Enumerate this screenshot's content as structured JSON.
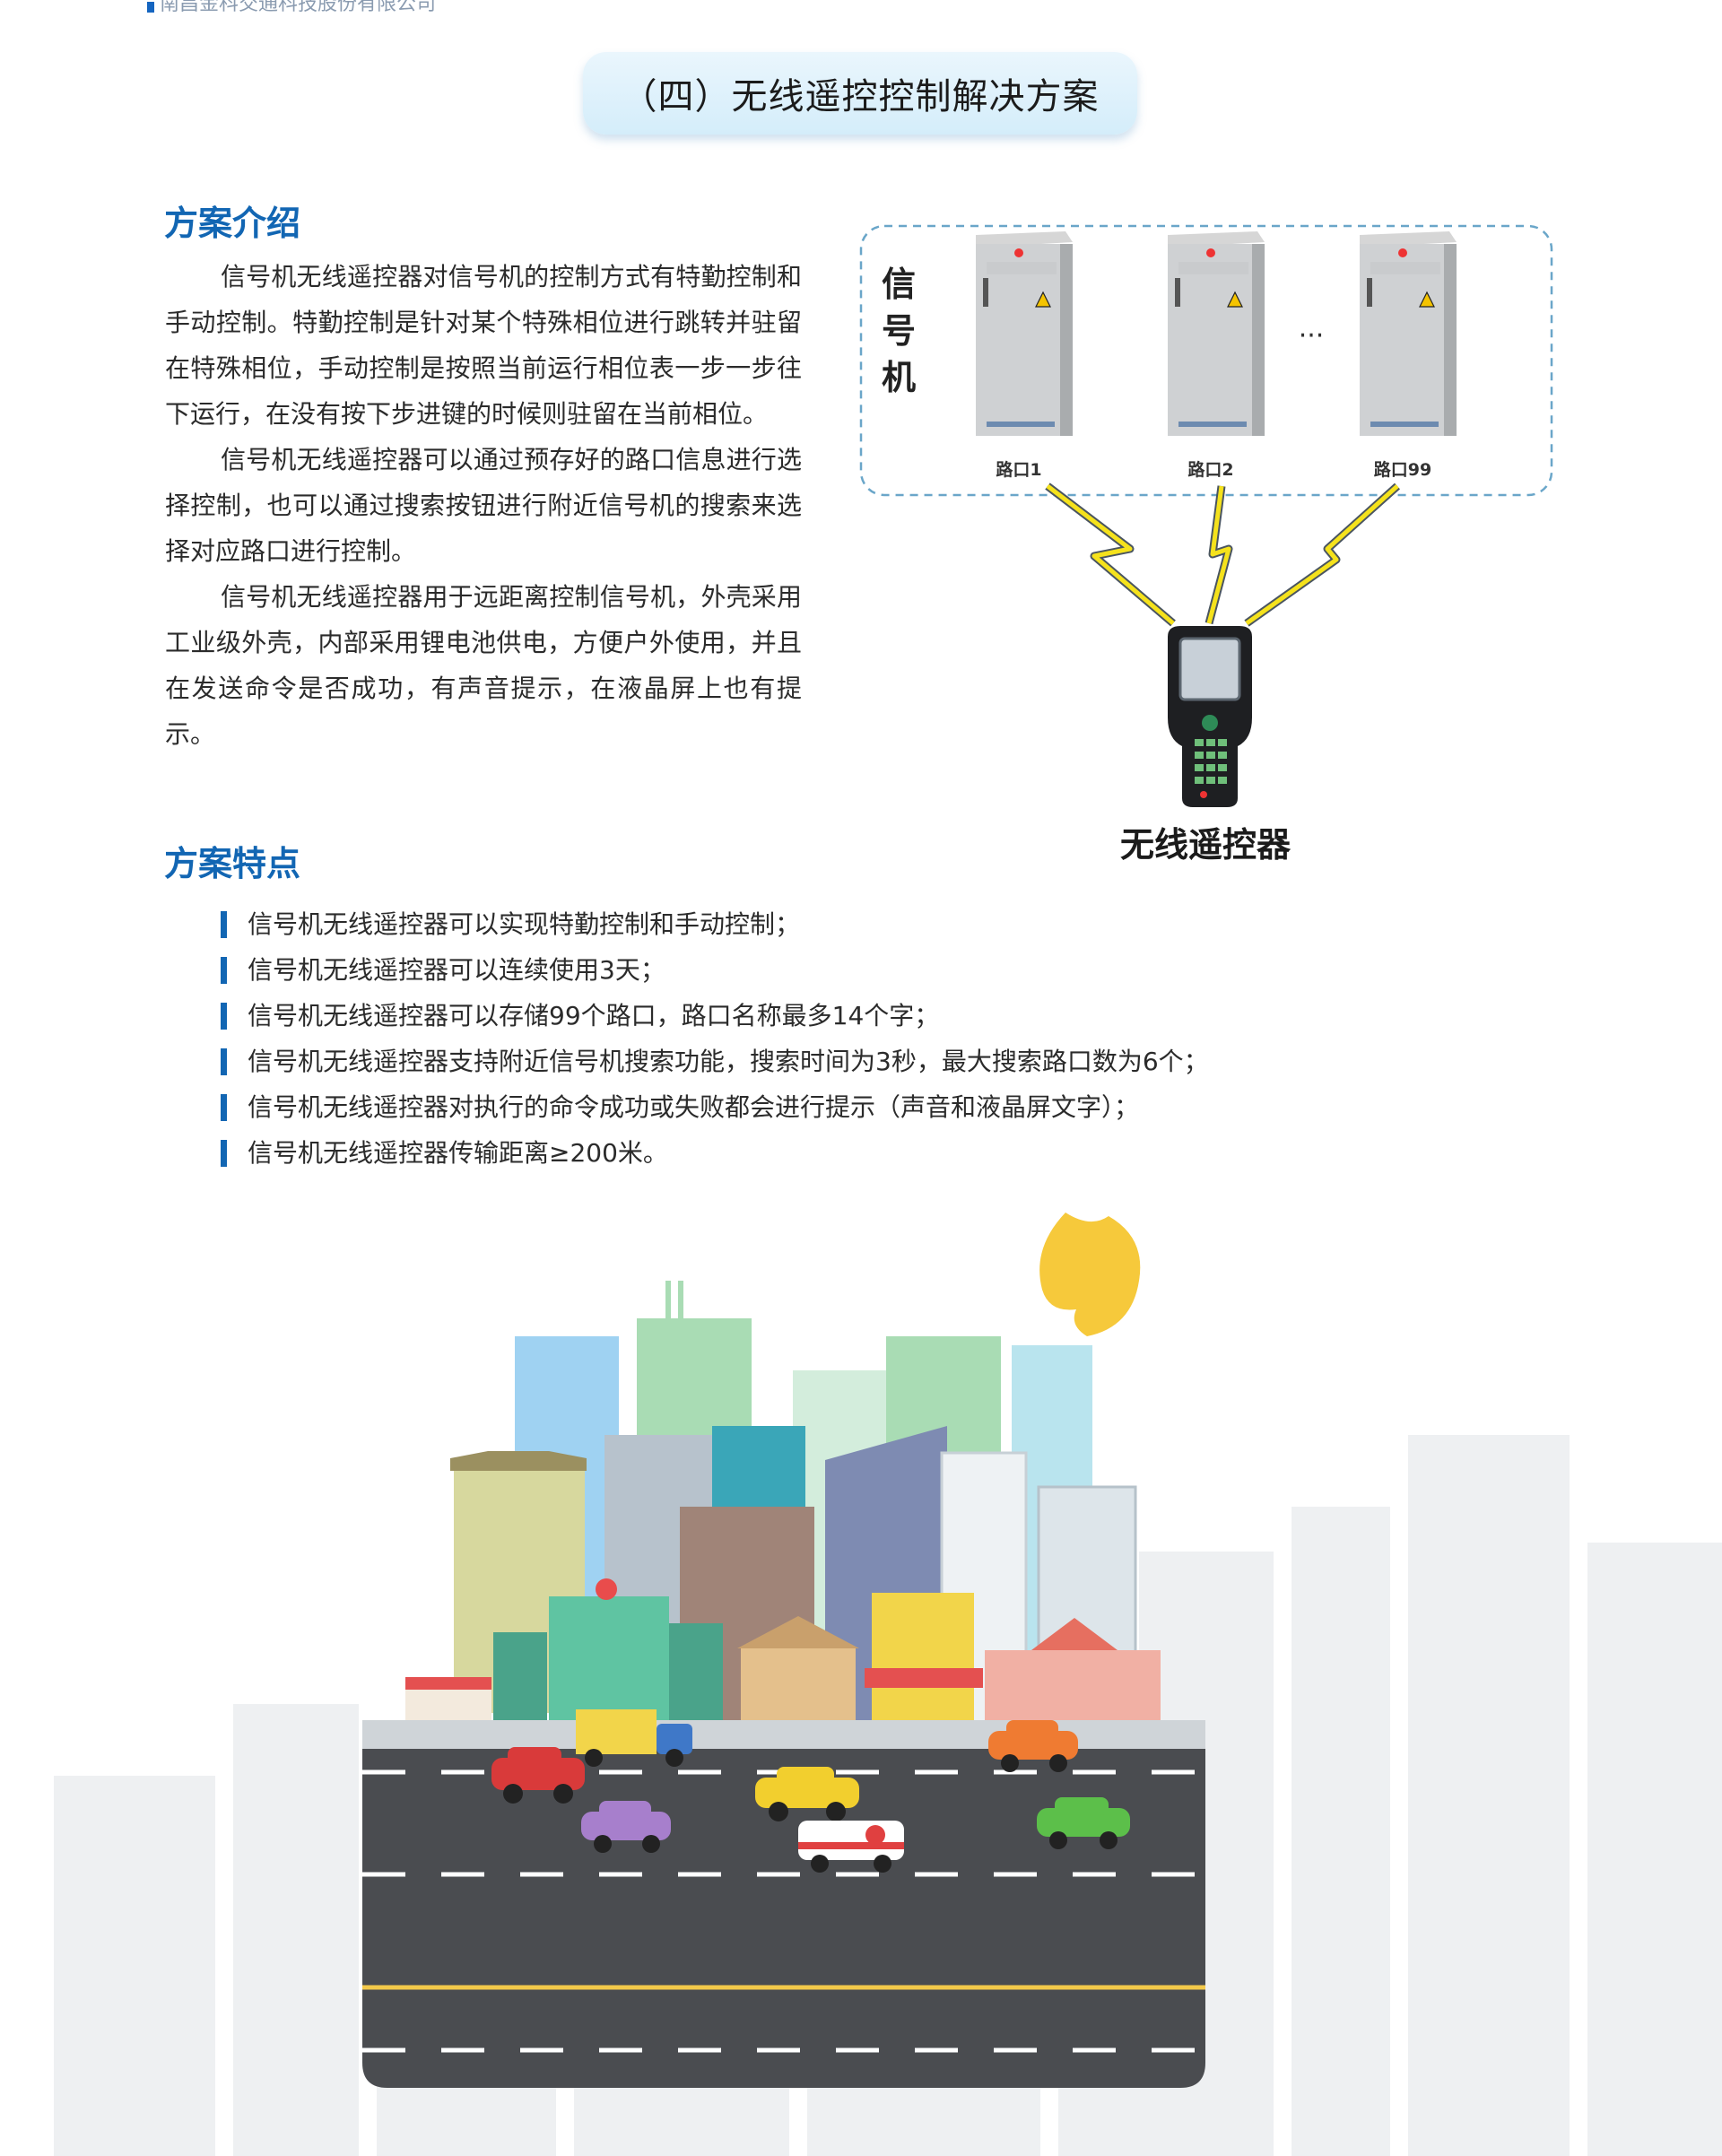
{
  "header": {
    "company": "南昌金科交通科技股份有限公司",
    "title": "（四）无线遥控控制解决方案"
  },
  "intro": {
    "heading": "方案介绍",
    "paragraphs": [
      "信号机无线遥控器对信号机的控制方式有特勤控制和手动控制。特勤控制是针对某个特殊相位进行跳转并驻留在特殊相位，手动控制是按照当前运行相位表一步一步往下运行，在没有按下步进键的时候则驻留在当前相位。",
      "信号机无线遥控器可以通过预存好的路口信息进行选择控制，也可以通过搜索按钮进行附近信号机的搜索来选择对应路口进行控制。",
      "信号机无线遥控器用于远距离控制信号机，外壳采用工业级外壳，内部采用锂电池供电，方便户外使用，并且在发送命令是否成功，有声音提示，在液晶屏上也有提示。"
    ]
  },
  "features": {
    "heading": "方案特点",
    "items": [
      "信号机无线遥控器可以实现特勤控制和手动控制；",
      "信号机无线遥控器可以连续使用3天；",
      "信号机无线遥控器可以存储99个路口，路口名称最多14个字；",
      "信号机无线遥控器支持附近信号机搜索功能，搜索时间为3秒，最大搜索路口数为6个；",
      "信号机无线遥控器对执行的命令成功或失败都会进行提示（声音和液晶屏文字）；",
      "信号机无线遥控器传输距离≥200米。"
    ]
  },
  "diagram": {
    "group_label": [
      "信",
      "号",
      "机"
    ],
    "cabinets": [
      "路口1",
      "路口2",
      "路口99"
    ],
    "ellipsis": "···",
    "device_label": "无线遥控器"
  },
  "colors": {
    "accent": "#1266b3",
    "pill_bg": "#d4edfa",
    "bolt": "#f5e21c",
    "road": "#4a4c50"
  }
}
